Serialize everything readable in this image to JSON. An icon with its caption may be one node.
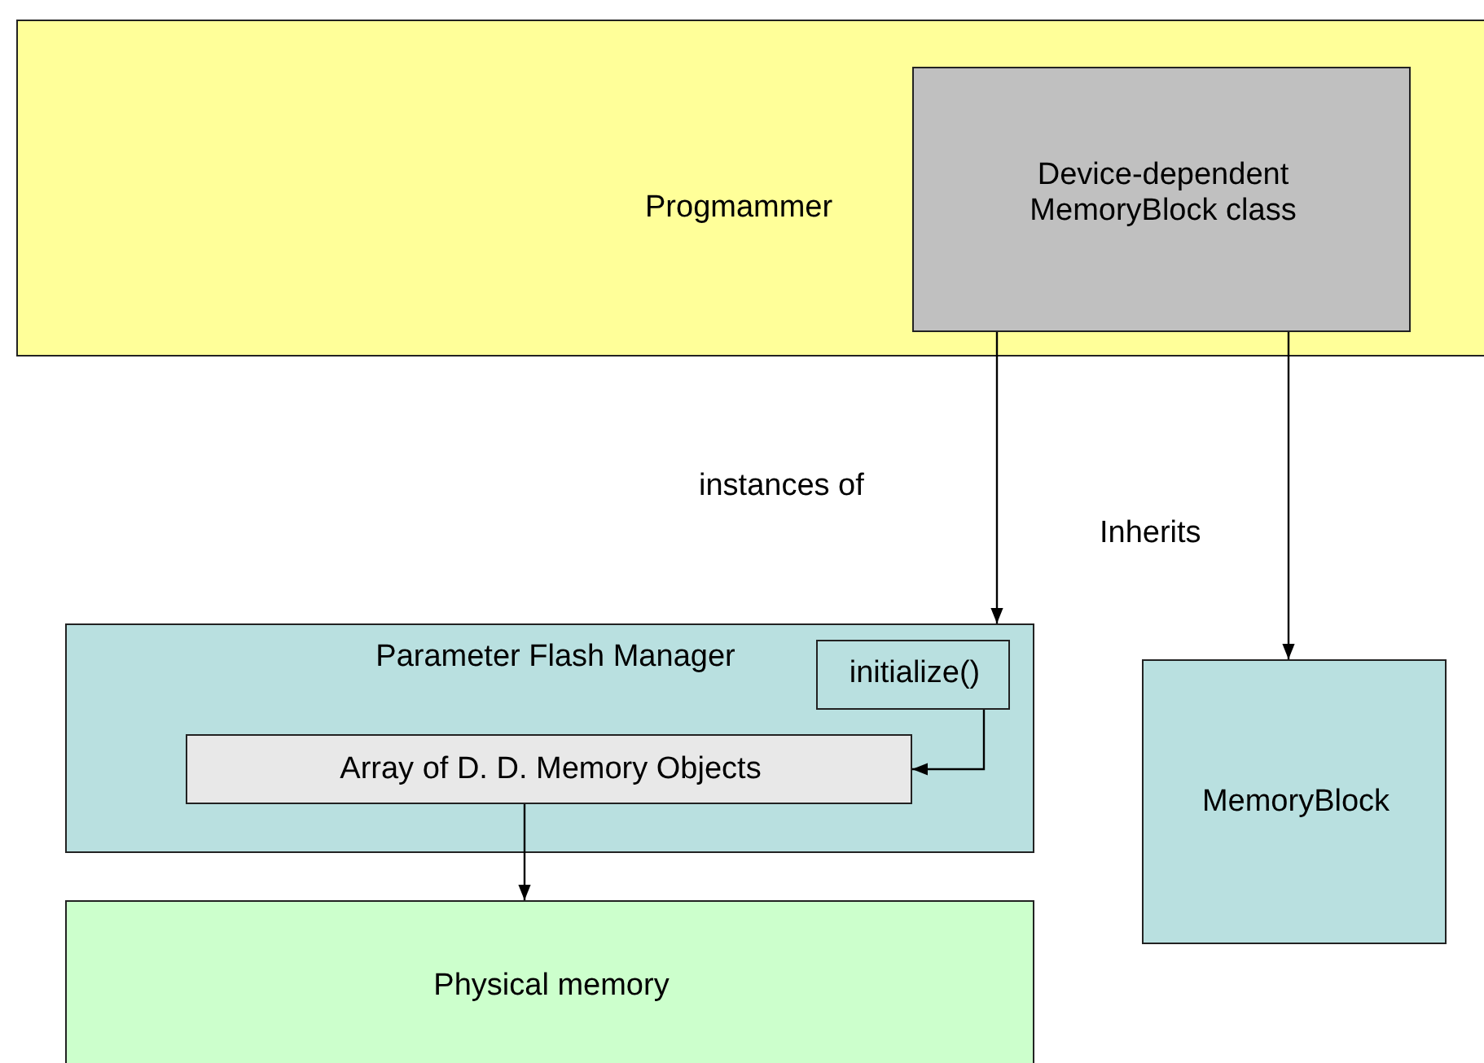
{
  "diagram": {
    "nodes": [
      {
        "text": [
          "Progmammer"
        ]
      },
      {
        "text": [
          "Device-dependent MemoryBlock class"
        ],
        "in": 0
      },
      {
        "text": [
          "Parameter Flash Manager"
        ]
      },
      {
        "text": [
          "initialize()"
        ],
        "in": 2
      },
      {
        "text": [
          "Array of D. D. Memory Objects"
        ],
        "in": 2
      },
      {
        "text": [
          "MemoryBlock"
        ]
      },
      {
        "text": [
          "Physical memory"
        ]
      }
    ],
    "edges": [
      {
        "from": 1,
        "to": 2,
        "arrow": "to",
        "label": "instances of"
      },
      {
        "from": 1,
        "to": 5,
        "arrow": "to",
        "label": "Inherits"
      },
      {
        "from": 3,
        "to": 4,
        "arrow": "to"
      },
      {
        "from": 4,
        "to": 6,
        "arrow": "to"
      }
    ]
  }
}
